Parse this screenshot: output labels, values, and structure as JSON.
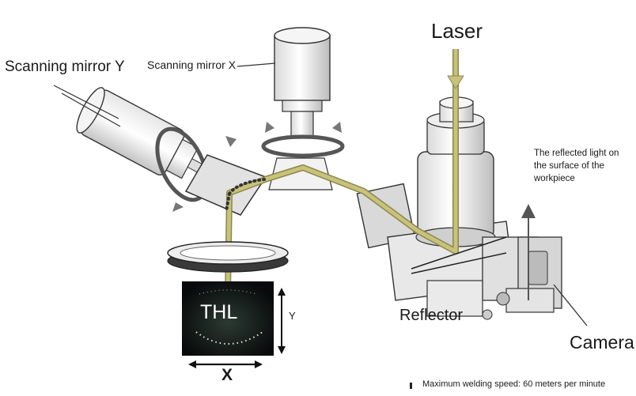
{
  "labels": {
    "scanning_mirror_y": "Scanning mirror Y",
    "scanning_mirror_x": "Scanning mirror X",
    "laser": "Laser",
    "reflected_light": "The reflected light on the surface of the workpiece",
    "reflector": "Reflector",
    "camera": "Camera",
    "workpiece_text": "THL",
    "axis_x": "X",
    "axis_y": "Y",
    "max_speed": "Maximum welding speed: 60 meters per minute"
  },
  "colors": {
    "beam": "#c8c27a",
    "beam_edge": "#8c874e",
    "line": "#333333",
    "workpiece_bg": "#0d0f10",
    "workpiece_dots": "#e6e6c8"
  }
}
